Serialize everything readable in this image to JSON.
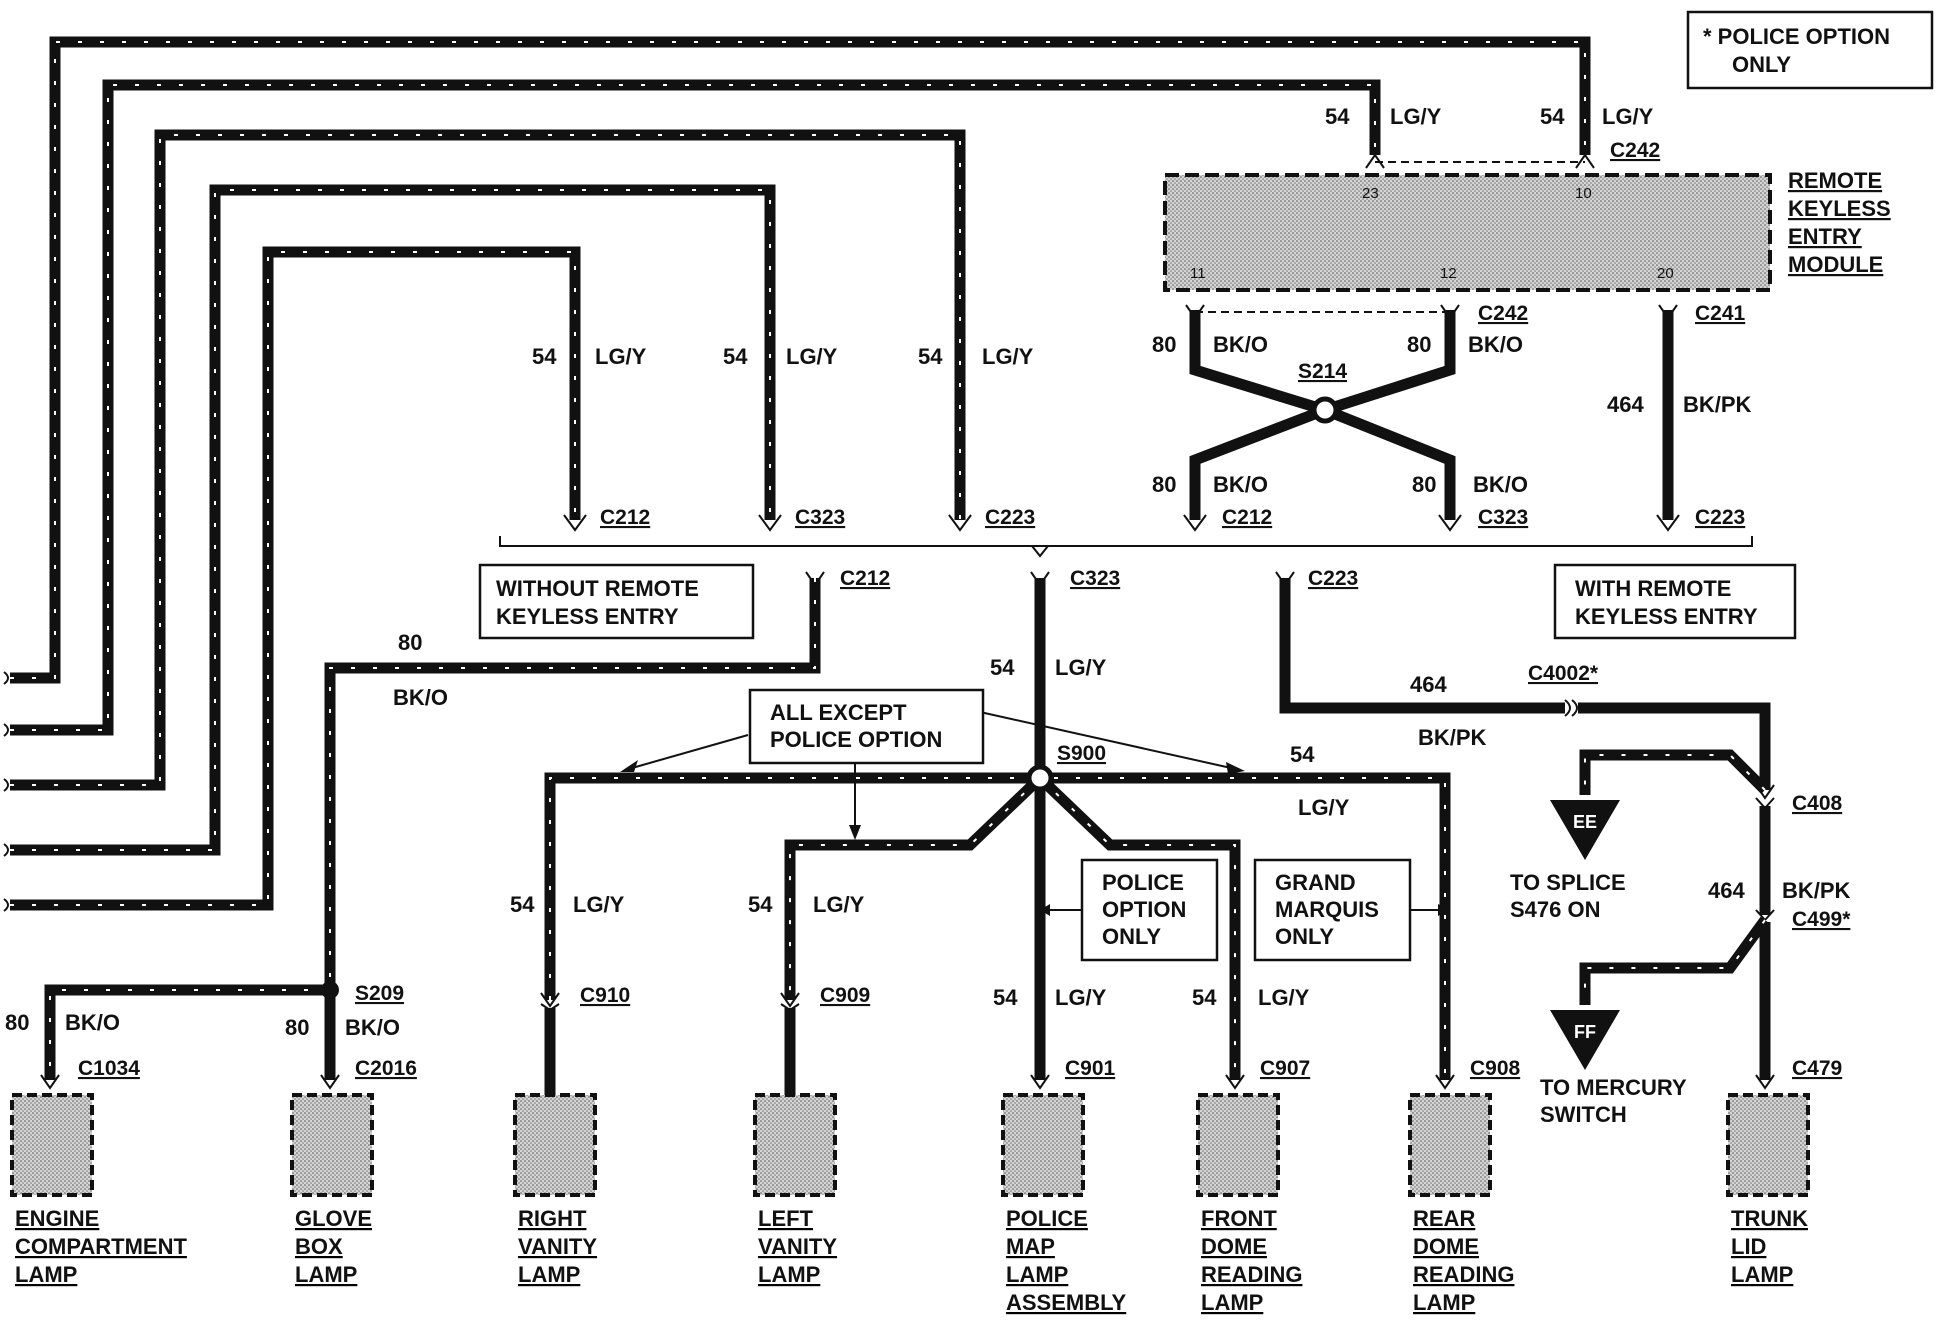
{
  "legend": {
    "line1": "* POLICE OPTION",
    "line2": "ONLY"
  },
  "module": {
    "title": [
      "REMOTE",
      "KEYLESS",
      "ENTRY",
      "MODULE"
    ],
    "pins": {
      "p23": "23",
      "p10": "10",
      "p11": "11",
      "p12": "12",
      "p20": "20"
    }
  },
  "connectors": {
    "c242_top": "C242",
    "c242_bottom": "C242",
    "c241": "C241",
    "c212_a": "C212",
    "c323_a": "C323",
    "c223_a": "C223",
    "c212_b": "C212",
    "c323_b": "C323",
    "c223_b": "C223",
    "c212_c": "C212",
    "c323_c": "C323",
    "c223_c": "C223",
    "s214": "S214",
    "s900": "S900",
    "s209": "S209",
    "c4002": "C4002*",
    "c408": "C408",
    "c499": "C499*",
    "c479": "C479",
    "c1034": "C1034",
    "c2016": "C2016",
    "c910": "C910",
    "c909": "C909",
    "c901": "C901",
    "c907": "C907",
    "c908": "C908"
  },
  "wires": {
    "n54": "54",
    "n80": "80",
    "n464": "464",
    "lgy": "LG/Y",
    "bko": "BK/O",
    "bkpk": "BK/PK"
  },
  "notes": {
    "without": [
      "WITHOUT REMOTE",
      "KEYLESS ENTRY"
    ],
    "with": [
      "WITH REMOTE",
      "KEYLESS ENTRY"
    ],
    "all_except": [
      "ALL EXCEPT",
      "POLICE OPTION"
    ],
    "police_only": [
      "POLICE",
      "OPTION",
      "ONLY"
    ],
    "grand_marquis": [
      "GRAND",
      "MARQUIS",
      "ONLY"
    ]
  },
  "offpage": {
    "ee": "EE",
    "ee_text": [
      "TO SPLICE",
      "S476 ON"
    ],
    "ff": "FF",
    "ff_text": [
      "TO MERCURY",
      "SWITCH"
    ]
  },
  "lamps": {
    "engine": [
      "ENGINE",
      "COMPARTMENT",
      "LAMP"
    ],
    "glove": [
      "GLOVE",
      "BOX",
      "LAMP"
    ],
    "right_vanity": [
      "RIGHT",
      "VANITY",
      "LAMP"
    ],
    "left_vanity": [
      "LEFT",
      "VANITY",
      "LAMP"
    ],
    "police_map": [
      "POLICE",
      "MAP",
      "LAMP",
      "ASSEMBLY"
    ],
    "front_dome": [
      "FRONT",
      "DOME",
      "READING",
      "LAMP"
    ],
    "rear_dome": [
      "REAR",
      "DOME",
      "READING",
      "LAMP"
    ],
    "trunk": [
      "TRUNK",
      "LID",
      "LAMP"
    ]
  }
}
